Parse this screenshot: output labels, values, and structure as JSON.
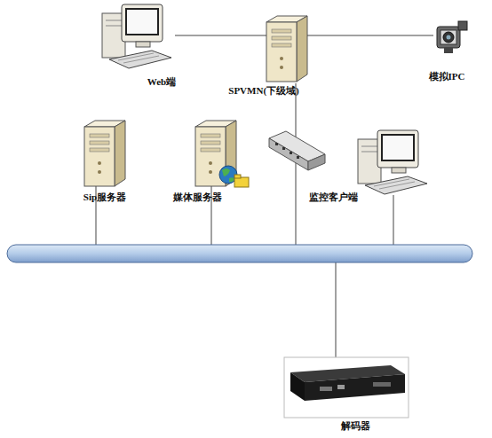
{
  "diagram": {
    "nodes": [
      {
        "text": [
          "Web端"
        ]
      },
      {
        "text": [
          "SPVMN(下级域)"
        ]
      },
      {
        "text": [
          "模拟IPC"
        ]
      },
      {
        "text": [
          "Sip服务器"
        ]
      },
      {
        "text": [
          "媒体服务器"
        ]
      },
      {
        "text": [
          "监控客户端"
        ]
      },
      {
        "text": [
          "解码器"
        ]
      }
    ],
    "edges": [
      {
        "from": 0,
        "to": 1,
        "arrow": "none"
      },
      {
        "from": 1,
        "to": 2,
        "arrow": "none"
      }
    ]
  }
}
